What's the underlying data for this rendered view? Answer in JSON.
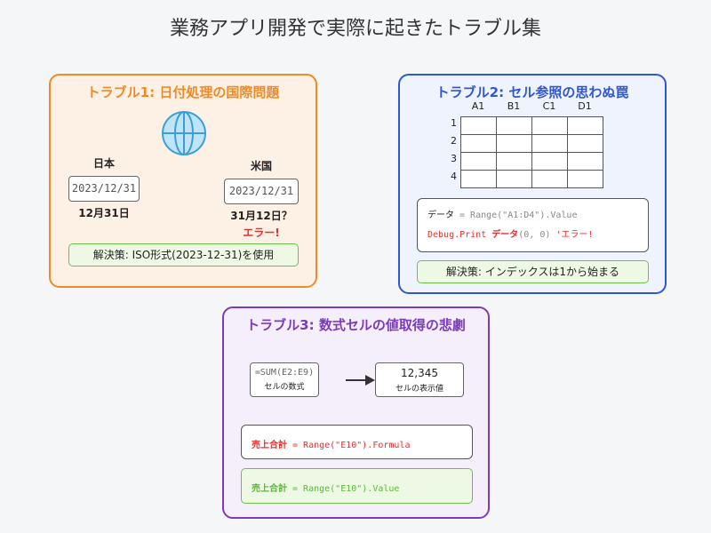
{
  "title": "業務アプリ開発で実際に起きたトラブル集",
  "trouble1": {
    "heading": "トラブル1: 日付処理の国際問題",
    "japan_label": "日本",
    "japan_date": "2023/12/31",
    "japan_meaning": "12月31日",
    "us_label": "米国",
    "us_date": "2023/12/31",
    "us_meaning": "31月12日？",
    "error": "エラー!",
    "solution": "解決策: ISO形式(2023-12-31)を使用"
  },
  "trouble2": {
    "heading": "トラブル2: セル参照の思わぬ罠",
    "columns": [
      "A1",
      "B1",
      "C1",
      "D1"
    ],
    "rows": [
      "1",
      "2",
      "3",
      "4"
    ],
    "code_line1_var": "データ",
    "code_line1_rest": " = Range(\"A1:D4\").Value",
    "code_line2_a": "Debug.Print ",
    "code_line2_b": "データ",
    "code_line2_c": "(0, 0) ",
    "code_line2_d": "'エラー!",
    "solution": "解決策: インデックスは1から始まる"
  },
  "trouble3": {
    "heading": "トラブル3: 数式セルの値取得の悲劇",
    "formula_text": "=SUM(E2:E9)",
    "formula_caption": "セルの数式",
    "value_text": "12,345",
    "value_caption": "セルの表示値",
    "bad_var": "売上合計",
    "bad_rest": " = Range(\"E10\").Formula",
    "good_var": "売上合計",
    "good_rest": " = Range(\"E10\").Value"
  },
  "colors": {
    "orange": "#f08a24",
    "blue": "#3056d3",
    "purple": "#7d3ac1",
    "green": "#6cc04a",
    "red": "#e63030"
  }
}
